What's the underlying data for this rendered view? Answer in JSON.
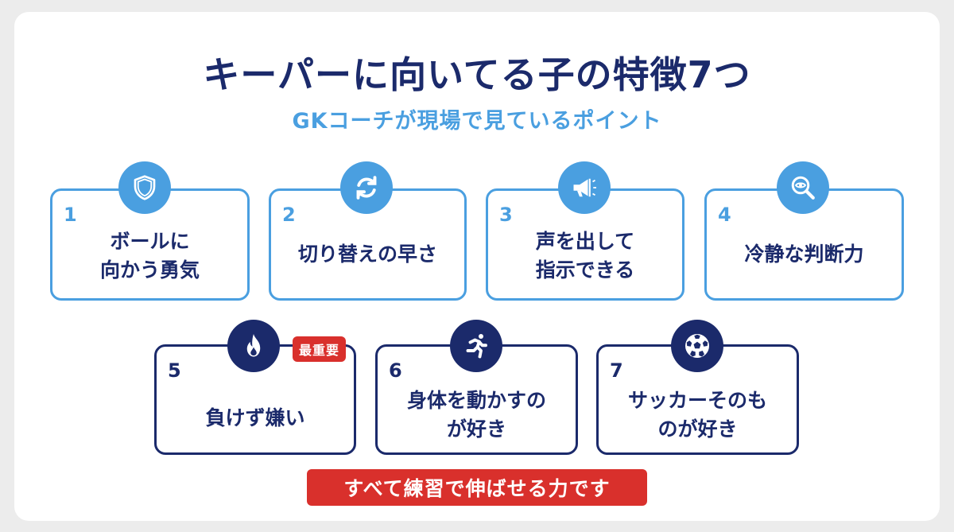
{
  "header": {
    "title": "キーパーに向いてる子の特徴7つ",
    "subtitle": "GKコーチが現場で見ているポイント"
  },
  "items": [
    {
      "number": "1",
      "label": "ボールに\n向かう勇気",
      "icon": "shield-icon",
      "color": "#4a9fe0"
    },
    {
      "number": "2",
      "label": "切り替えの早さ",
      "icon": "refresh-icon",
      "color": "#4a9fe0"
    },
    {
      "number": "3",
      "label": "声を出して\n指示できる",
      "icon": "megaphone-icon",
      "color": "#4a9fe0"
    },
    {
      "number": "4",
      "label": "冷静な判断力",
      "icon": "magnifier-eye-icon",
      "color": "#4a9fe0"
    },
    {
      "number": "5",
      "label": "負けず嫌い",
      "icon": "fire-icon",
      "color": "#1b2a6b",
      "badge": "最重要"
    },
    {
      "number": "6",
      "label": "身体を動かすの\nが好き",
      "icon": "runner-icon",
      "color": "#1b2a6b"
    },
    {
      "number": "7",
      "label": "サッカーそのも\nのが好き",
      "icon": "soccer-ball-icon",
      "color": "#1b2a6b"
    }
  ],
  "footer": {
    "banner": "すべて練習で伸ばせる力です"
  },
  "colors": {
    "navy": "#1b2a6b",
    "blue": "#4a9fe0",
    "red": "#d9302c",
    "background": "#ececec"
  }
}
